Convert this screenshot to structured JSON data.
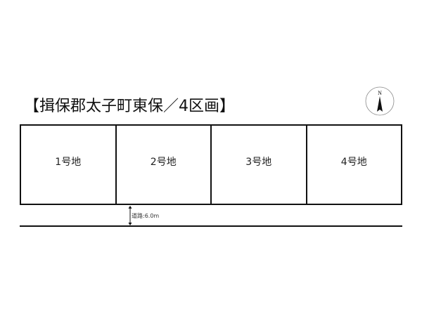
{
  "title": "【揖保郡太子町東保／4区画】",
  "compass": {
    "icon": "north-arrow-icon",
    "label": "N"
  },
  "lots": [
    {
      "label": "1号地"
    },
    {
      "label": "2号地"
    },
    {
      "label": "3号地"
    },
    {
      "label": "4号地"
    }
  ],
  "road": {
    "label": "道路:6.0m",
    "icon": "double-arrow-icon"
  },
  "colors": {
    "line": "#111111",
    "background": "#ffffff"
  }
}
